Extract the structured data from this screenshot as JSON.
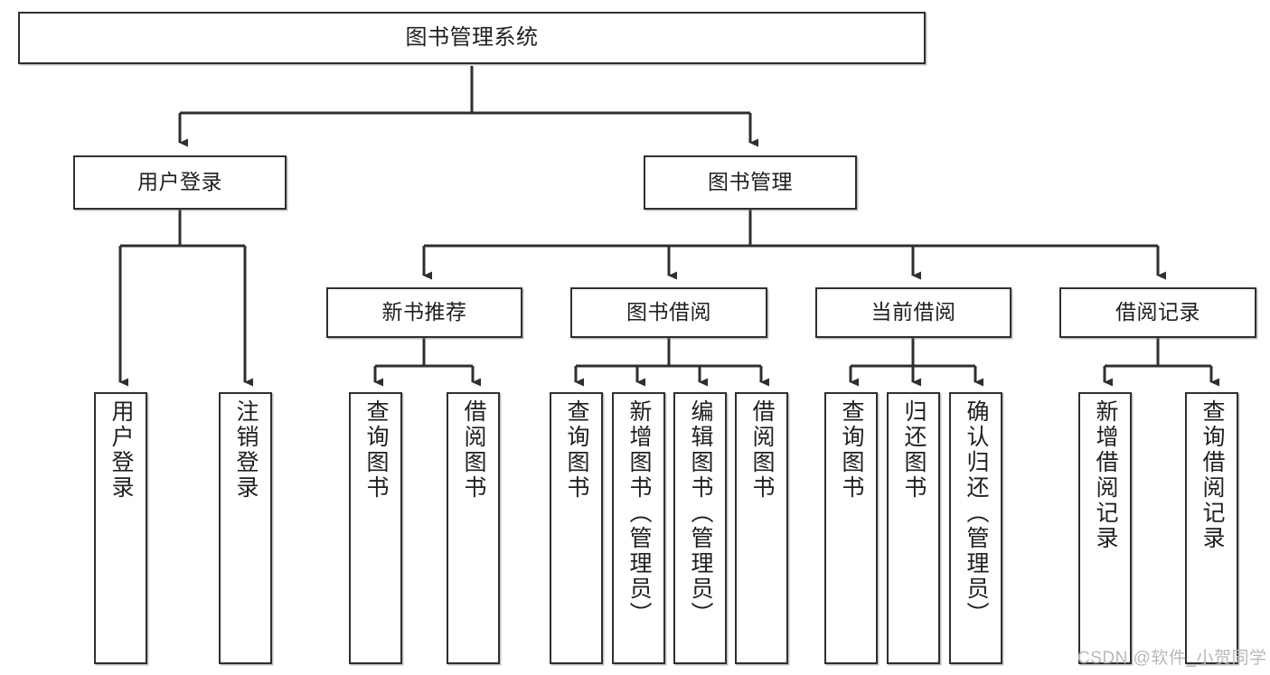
{
  "diagram": {
    "title": "图书管理系统",
    "type": "hierarchy-tree",
    "watermark": "CSDN @软件_小贺同学",
    "colors": {
      "box_border": "#2f2f2f",
      "box_fill": "#ffffff",
      "connector": "#2f2f2f",
      "text": "#202020",
      "watermark": "#b9b9b9"
    },
    "root": {
      "id": "root",
      "label": "图书管理系统"
    },
    "level2": [
      {
        "id": "user-login",
        "label": "用户登录"
      },
      {
        "id": "book-manage",
        "label": "图书管理"
      }
    ],
    "level3": [
      {
        "id": "new-book-rec",
        "label": "新书推荐",
        "parent": "book-manage"
      },
      {
        "id": "book-borrow",
        "label": "图书借阅",
        "parent": "book-manage"
      },
      {
        "id": "current-borrow",
        "label": "当前借阅",
        "parent": "book-manage"
      },
      {
        "id": "borrow-record",
        "label": "借阅记录",
        "parent": "book-manage"
      }
    ],
    "leaves": {
      "user-login": [
        {
          "id": "leaf-user-login",
          "label": "用户登录"
        },
        {
          "id": "leaf-user-logout",
          "label": "注销登录"
        }
      ],
      "new-book-rec": [
        {
          "id": "leaf-query-book-1",
          "label": "查询图书"
        },
        {
          "id": "leaf-borrow-book-1",
          "label": "借阅图书"
        }
      ],
      "book-borrow": [
        {
          "id": "leaf-query-book-2",
          "label": "查询图书"
        },
        {
          "id": "leaf-add-book",
          "label": "新增图书（管理员）"
        },
        {
          "id": "leaf-edit-book",
          "label": "编辑图书（管理员）"
        },
        {
          "id": "leaf-borrow-book-2",
          "label": "借阅图书"
        }
      ],
      "current-borrow": [
        {
          "id": "leaf-query-book-3",
          "label": "查询图书"
        },
        {
          "id": "leaf-return-book",
          "label": "归还图书"
        },
        {
          "id": "leaf-confirm-return",
          "label": "确认归还（管理员）"
        }
      ],
      "borrow-record": [
        {
          "id": "leaf-add-record",
          "label": "新增借阅记录"
        },
        {
          "id": "leaf-query-record",
          "label": "查询借阅记录"
        }
      ]
    }
  }
}
